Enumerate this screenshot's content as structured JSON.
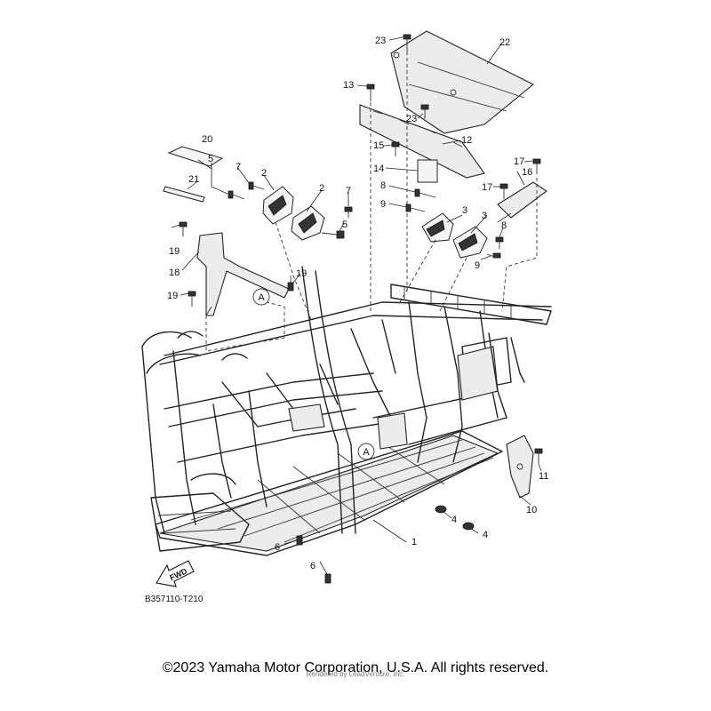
{
  "diagram": {
    "part_numbers": [
      {
        "id": "1",
        "label": "1"
      },
      {
        "id": "2a",
        "label": "2"
      },
      {
        "id": "2b",
        "label": "2"
      },
      {
        "id": "3a",
        "label": "3"
      },
      {
        "id": "3b",
        "label": "3"
      },
      {
        "id": "4a",
        "label": "4"
      },
      {
        "id": "4b",
        "label": "4"
      },
      {
        "id": "5a",
        "label": "5"
      },
      {
        "id": "5b",
        "label": "5"
      },
      {
        "id": "6a",
        "label": "6"
      },
      {
        "id": "6b",
        "label": "6"
      },
      {
        "id": "7a",
        "label": "7"
      },
      {
        "id": "7b",
        "label": "7"
      },
      {
        "id": "8a",
        "label": "8"
      },
      {
        "id": "8b",
        "label": "8"
      },
      {
        "id": "9a",
        "label": "9"
      },
      {
        "id": "9b",
        "label": "9"
      },
      {
        "id": "10",
        "label": "10"
      },
      {
        "id": "11",
        "label": "11"
      },
      {
        "id": "12",
        "label": "12"
      },
      {
        "id": "13",
        "label": "13"
      },
      {
        "id": "14",
        "label": "14"
      },
      {
        "id": "15",
        "label": "15"
      },
      {
        "id": "16",
        "label": "16"
      },
      {
        "id": "17a",
        "label": "17"
      },
      {
        "id": "17b",
        "label": "17"
      },
      {
        "id": "18",
        "label": "18"
      },
      {
        "id": "19a",
        "label": "19"
      },
      {
        "id": "19b",
        "label": "19"
      },
      {
        "id": "19c",
        "label": "19"
      },
      {
        "id": "20",
        "label": "20"
      },
      {
        "id": "21",
        "label": "21"
      },
      {
        "id": "22",
        "label": "22"
      },
      {
        "id": "23a",
        "label": "23"
      },
      {
        "id": "23b",
        "label": "23"
      }
    ],
    "reference_marks": [
      "A",
      "A"
    ],
    "fwd_label": "FWD",
    "diagram_code": "B357110-T210"
  },
  "footer": {
    "copyright": "©2023 Yamaha Motor Corporation, U.S.A. All rights reserved.",
    "rendered_by": "Rendered by LeadVenture, Inc."
  }
}
